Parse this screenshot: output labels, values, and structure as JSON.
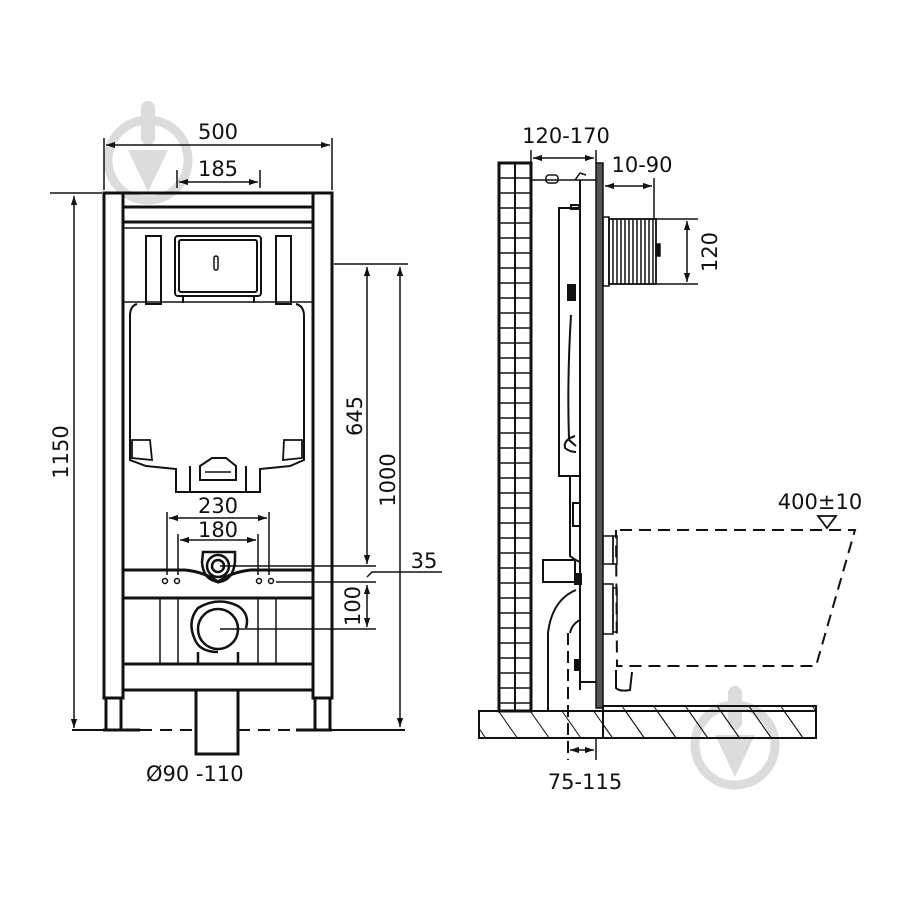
{
  "diagram": {
    "title": "Wall-hung WC installation frame — technical drawing",
    "units": "mm",
    "colors": {
      "line": "#111111",
      "panel": "#555555",
      "watermark": "#d9d9d9",
      "background": "#ffffff"
    },
    "front_view": {
      "dimensions": {
        "total_width": "500",
        "flush_plate_width": "185",
        "total_height": "1150",
        "top_to_drain_axis": "645",
        "top_to_floor": "1000",
        "fixing_offset": "35",
        "drain_above_fixing": "100",
        "stud_outer_spacing": "230",
        "stud_inner_spacing": "180",
        "drain_pipe_diameter": "Ø90 -110"
      }
    },
    "side_view": {
      "dimensions": {
        "frame_depth": "120-170",
        "flush_box_projection": "10-90",
        "flush_box_height": "120",
        "bowl_height": "400±10",
        "pipe_offset": "75-115"
      }
    },
    "watermark": {
      "icon": "drop-logo-icon"
    }
  }
}
